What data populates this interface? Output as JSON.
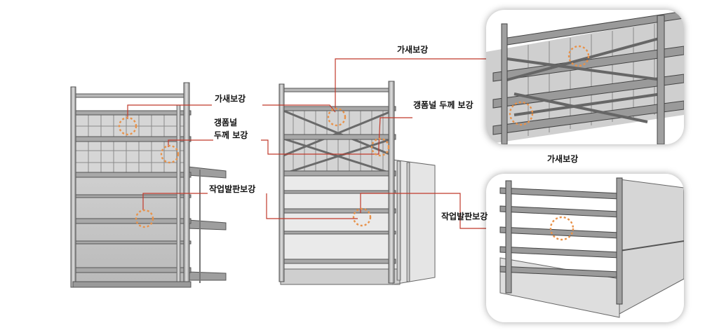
{
  "labels": {
    "left_bracing": "가새보강",
    "left_gangform_line1": "갱폼널",
    "left_gangform_line2": "두께 보강",
    "left_platform": "작업발판보강",
    "mid_bracing": "가새보강",
    "mid_gangform": "갱폼널 두께 보강",
    "mid_platform": "작업발판보강",
    "right_caption": "가새보강"
  },
  "colors": {
    "leader_line": "#c0392b",
    "marker": "#e8924a",
    "frame": "#6f6f6f",
    "panel": "#c9c9c9"
  }
}
